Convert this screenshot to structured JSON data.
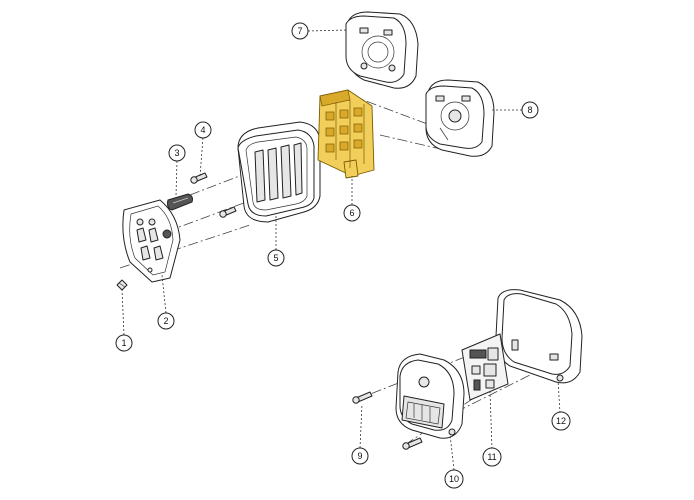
{
  "diagram": {
    "callouts": [
      {
        "id": "1",
        "label": "1"
      },
      {
        "id": "2",
        "label": "2"
      },
      {
        "id": "3",
        "label": "3"
      },
      {
        "id": "4",
        "label": "4"
      },
      {
        "id": "5",
        "label": "5"
      },
      {
        "id": "6",
        "label": "6"
      },
      {
        "id": "7",
        "label": "7"
      },
      {
        "id": "8",
        "label": "8"
      },
      {
        "id": "9",
        "label": "9"
      },
      {
        "id": "10",
        "label": "10"
      },
      {
        "id": "11",
        "label": "11"
      },
      {
        "id": "12",
        "label": "12"
      }
    ],
    "colors": {
      "highlight_part": "#f2cf5a",
      "line": "#222222",
      "background": "#ffffff"
    }
  }
}
